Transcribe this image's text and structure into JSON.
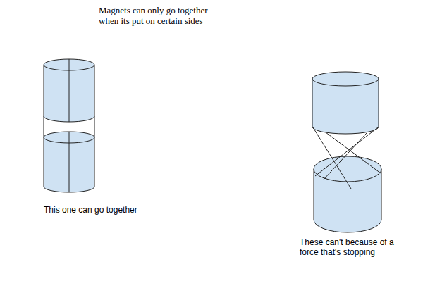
{
  "diagram": {
    "title": "Magnets can only go together when its put on certain sides",
    "labels": [
      "This one can go together",
      "These can't because of a force that's stopping"
    ]
  }
}
